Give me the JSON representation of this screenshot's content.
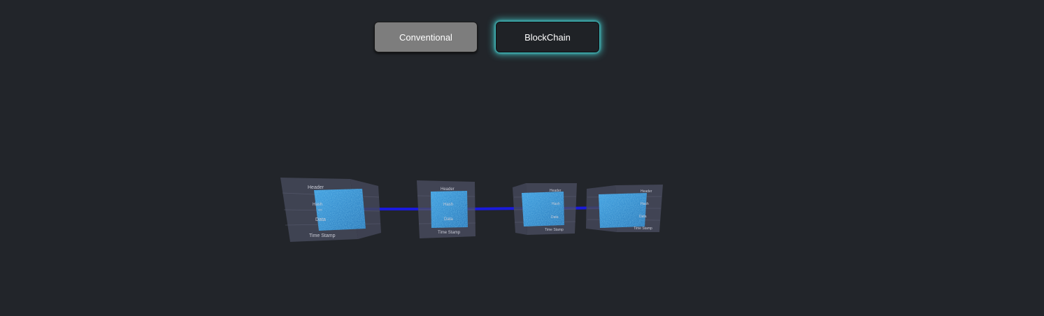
{
  "buttons": {
    "conventional_label": "Conventional",
    "blockchain_label": "BlockChain"
  },
  "blocks": [
    {
      "header": "Header",
      "hash": "Hash",
      "prev": "<<",
      "data": "Data",
      "timestamp": "Time Stamp"
    },
    {
      "header": "Header",
      "hash": "Hash",
      "prev": "",
      "data": "Data",
      "timestamp": "Time Stamp"
    },
    {
      "header": "Header",
      "hash": "Hash",
      "prev": "",
      "data": "Data",
      "timestamp": "Time Stamp"
    },
    {
      "header": "Header",
      "hash": "Hash",
      "prev": "",
      "data": "Data",
      "timestamp": "Time Stamp"
    }
  ],
  "colors": {
    "background": "#22252a",
    "conventional_button": "#7d7d7d",
    "blockchain_glow": "#48d6d6",
    "chain_link": "#1a1adc",
    "block_face": "#3a9ad8",
    "panel": "#4a4d60"
  }
}
